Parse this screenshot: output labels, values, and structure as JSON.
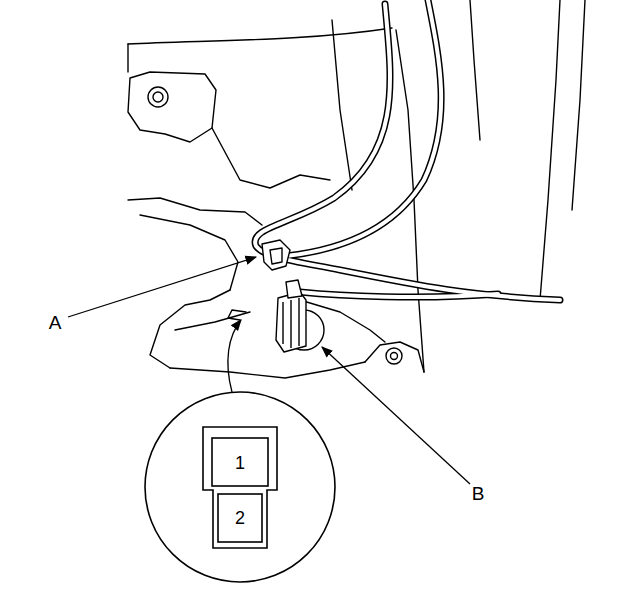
{
  "diagram": {
    "labels": [
      "A",
      "1",
      "2",
      "B"
    ]
  }
}
